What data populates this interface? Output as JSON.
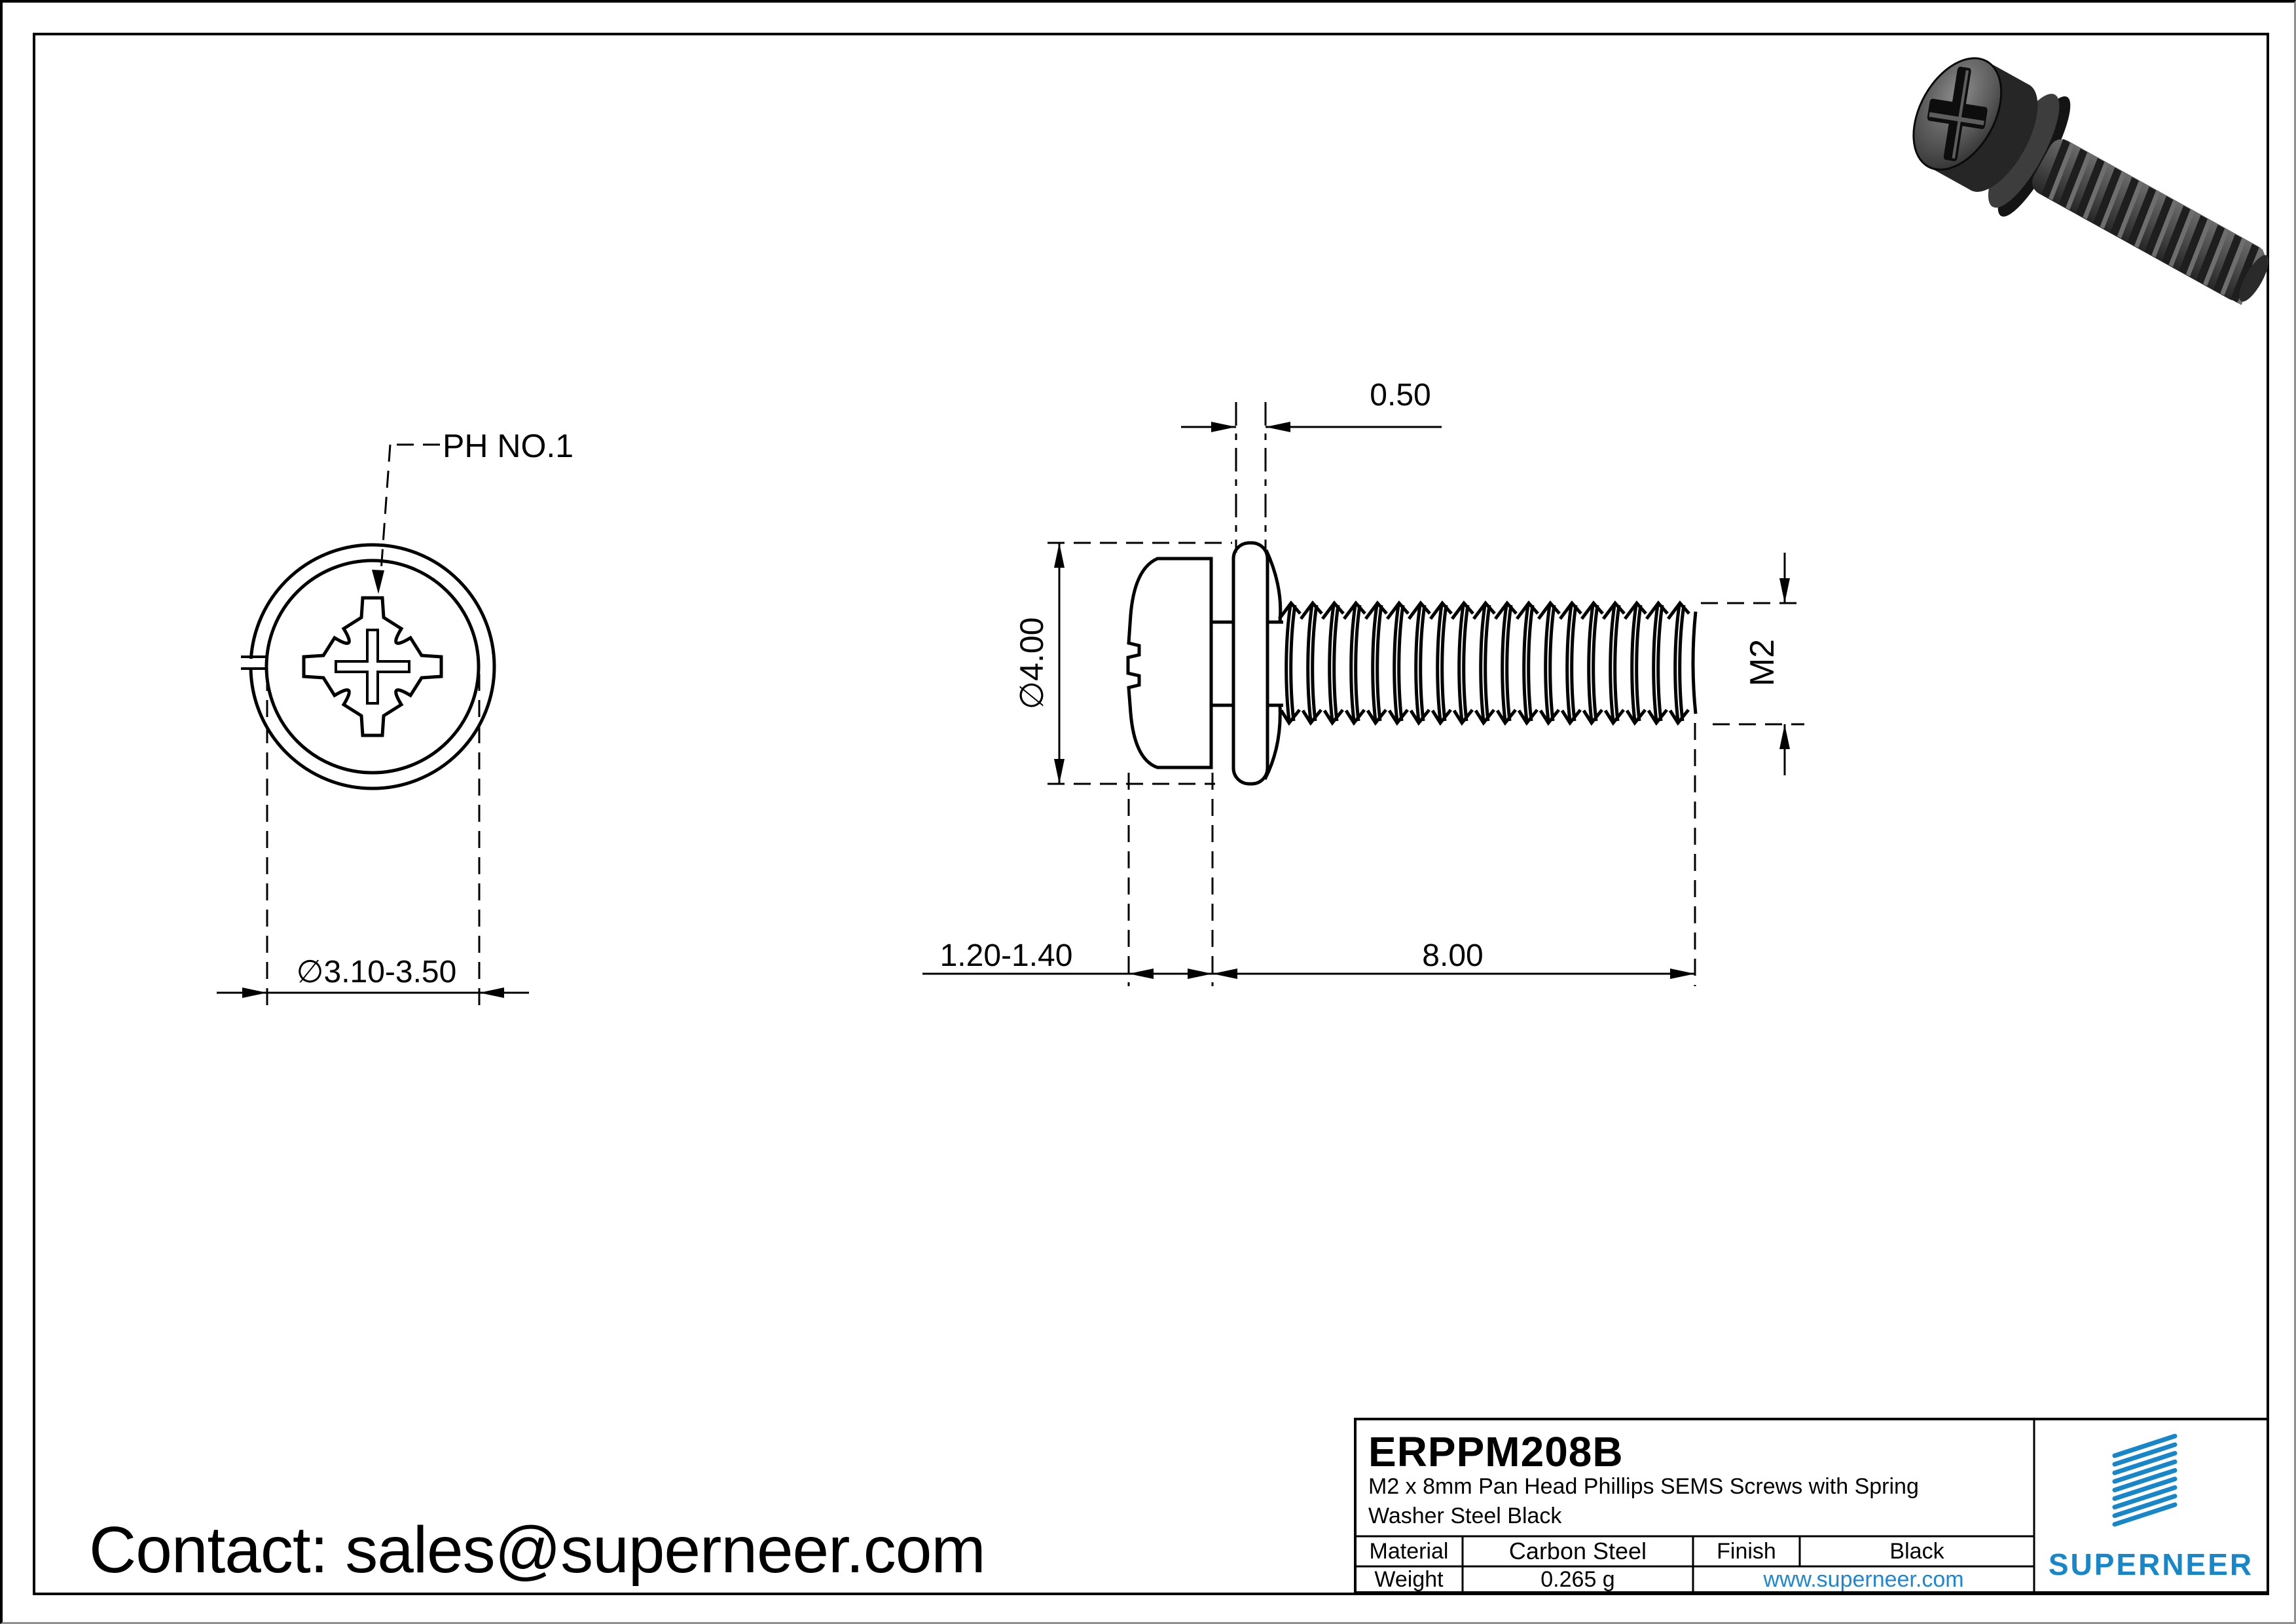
{
  "contact": {
    "label": "Contact:",
    "email": "sales@superneer.com"
  },
  "front_view": {
    "drive_label": "PH NO.1",
    "head_diameter": "∅3.10-3.50"
  },
  "side_view": {
    "washer_thickness": "0.50",
    "outer_diameter": "∅4.00",
    "thread_spec": "M2",
    "head_height": "1.20-1.40",
    "thread_length": "8.00"
  },
  "title_block": {
    "part_number": "ERPPM208B",
    "description": "M2 x 8mm Pan Head Phillips SEMS Screws with Spring Washer Steel Black",
    "material_label": "Material",
    "material_value": "Carbon Steel",
    "finish_label": "Finish",
    "finish_value": "Black",
    "weight_label": "Weight",
    "weight_value": "0.265 g",
    "website": "www.superneer.com",
    "brand": "SUPERNEER"
  },
  "colors": {
    "brand_blue": "#1787c9",
    "link_blue": "#1c86d8",
    "line_black": "#000000"
  }
}
